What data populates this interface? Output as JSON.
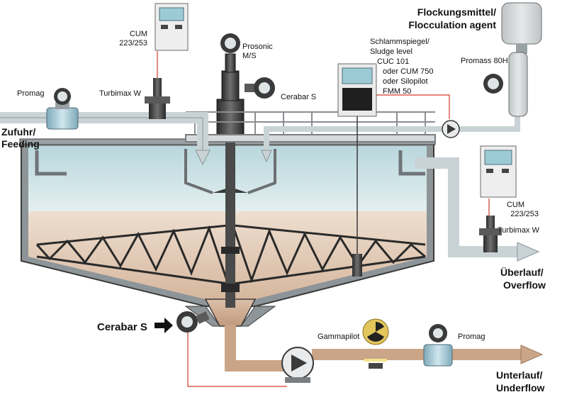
{
  "labels": {
    "cum_top": [
      "CUM",
      "223/253"
    ],
    "prosonic": [
      "Prosonic",
      "M/S"
    ],
    "flock": [
      "Flockungsmittel/",
      "Flocculation agent"
    ],
    "sludge": [
      "Schlammspiegel/",
      "Sludge level",
      "CUC 101",
      "oder CUM 750",
      "oder Silopilot",
      "FMM 50"
    ],
    "promass": "Promass 80H",
    "promag_left": "Promag",
    "turbimax_left": "Turbimax W",
    "cerabar_top": "Cerabar S",
    "feeding": [
      "Zufuhr/",
      "Feeding"
    ],
    "cum_right": [
      "CUM",
      "223/253"
    ],
    "turbimax_right": "Turbimax W",
    "overflow": [
      "Überlauf/",
      "Overflow"
    ],
    "cerabar_bottom": "Cerabar S",
    "gammapilot": "Gammapilot",
    "promag_right": "Promag",
    "underflow": [
      "Unterlauf/",
      "Underflow"
    ]
  },
  "colors": {
    "water": "#cfe6ea",
    "sludge": "#e6cdb8",
    "pipe_grey": "#c9d3d6",
    "pipe_sludge": "#caa587",
    "signal_line": "#d33a2a",
    "tank_outline": "#3a3a3a"
  }
}
